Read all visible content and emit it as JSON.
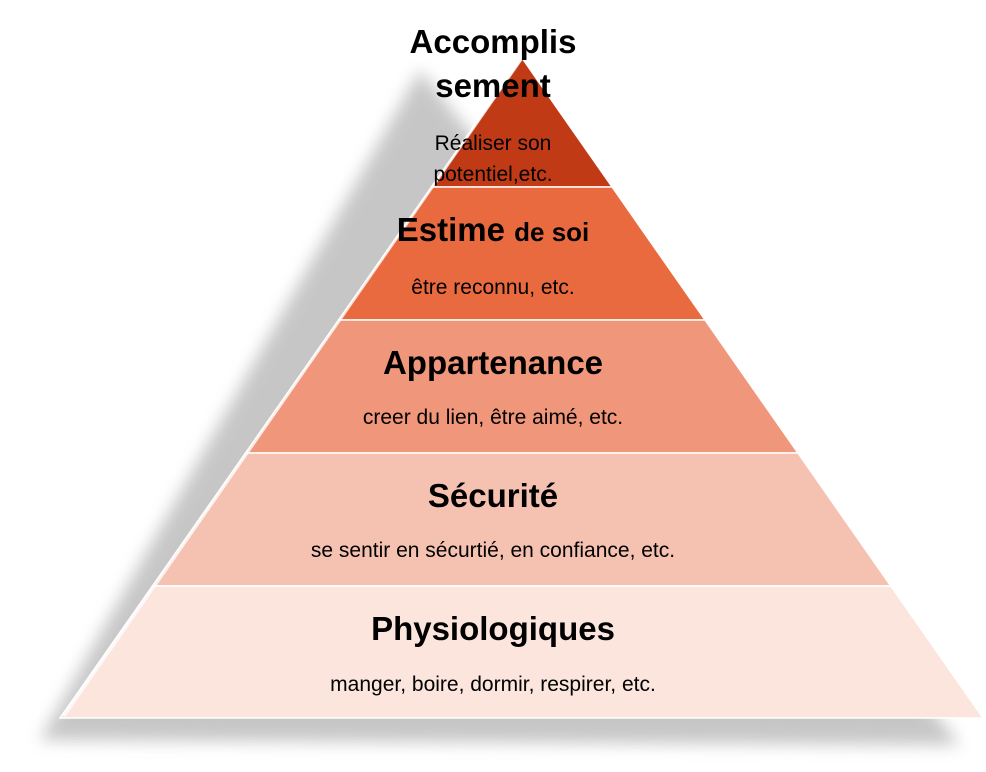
{
  "levels": [
    {
      "title": "Accomplis sement",
      "title_lines": [
        "Accomplis",
        "sement"
      ],
      "subtitle_lines": [
        "Réaliser son",
        "potentiel,etc."
      ],
      "color": "#C13A16"
    },
    {
      "title_a": "Estime",
      "title_b": "de soi",
      "subtitle": "être reconnu, etc.",
      "color": "#EA6A40"
    },
    {
      "title": "Appartenance",
      "subtitle": "creer du lien, être aimé, etc.",
      "color": "#F0967A"
    },
    {
      "title": "Sécurité",
      "subtitle": "se sentir en sécurtié, en confiance, etc.",
      "color": "#F5C2B2"
    },
    {
      "title": "Physiologiques",
      "subtitle": "manger, boire, dormir, respirer, etc.",
      "color": "#FBE5DD"
    }
  ]
}
